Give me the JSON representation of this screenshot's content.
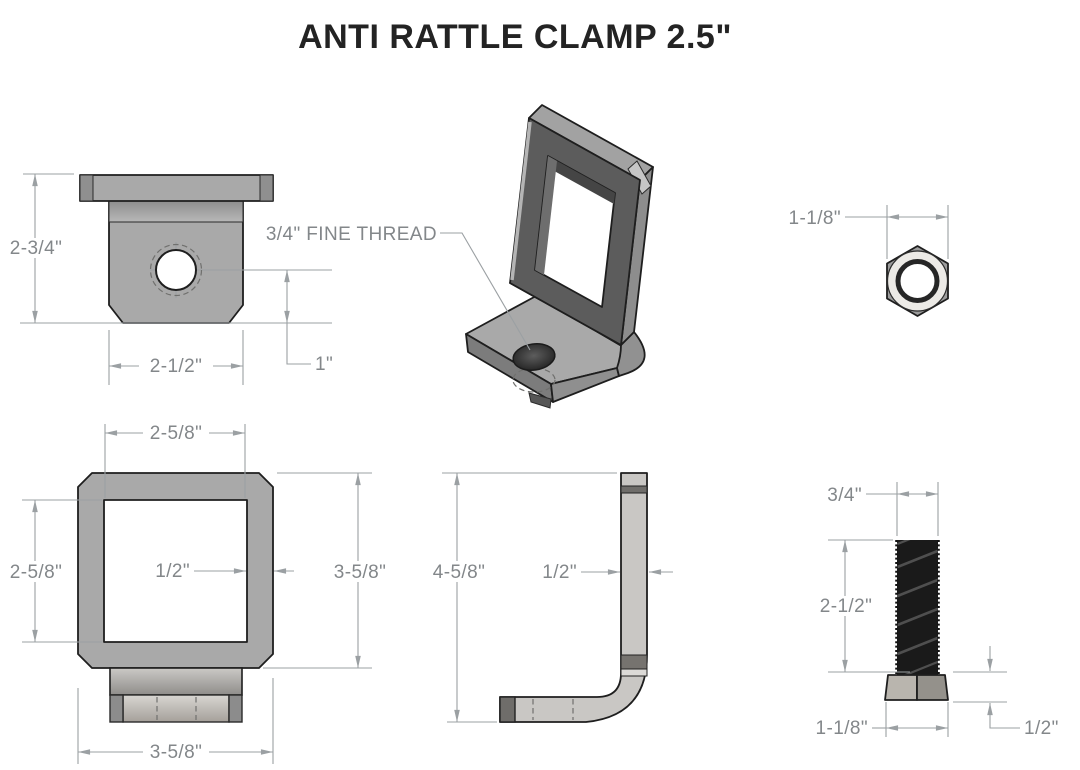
{
  "title": "ANTI RATTLE CLAMP 2.5\"",
  "annotations": {
    "thread_note": "3/4\" FINE THREAD"
  },
  "views": {
    "front_top": {
      "dims": {
        "height": "2-3/4\"",
        "width": "2-1/2\"",
        "hole_offset": "1\""
      }
    },
    "nut_top": {
      "dims": {
        "width": "1-1/8\""
      }
    },
    "clamp_front": {
      "dims": {
        "inner_width": "2-5/8\"",
        "inner_height": "2-5/8\"",
        "wall_thickness": "1/2\"",
        "outer_height": "3-5/8\"",
        "outer_width": "3-5/8\""
      }
    },
    "side": {
      "dims": {
        "height": "4-5/8\"",
        "thickness": "1/2\""
      }
    },
    "bolt": {
      "dims": {
        "thread_diameter": "3/4\"",
        "thread_length": "2-1/2\"",
        "head_width": "1-1/8\"",
        "head_height": "1/2\""
      }
    }
  },
  "colors": {
    "part_gray": "#a9a9a9",
    "dark_face": "#5c5c5c",
    "light_part": "#c9c7c4",
    "outline": "#1e1e1e",
    "dim_line": "#9ba0a3",
    "dim_text": "#83878a",
    "thread_black": "#1a1a1a",
    "background": "#ffffff"
  }
}
